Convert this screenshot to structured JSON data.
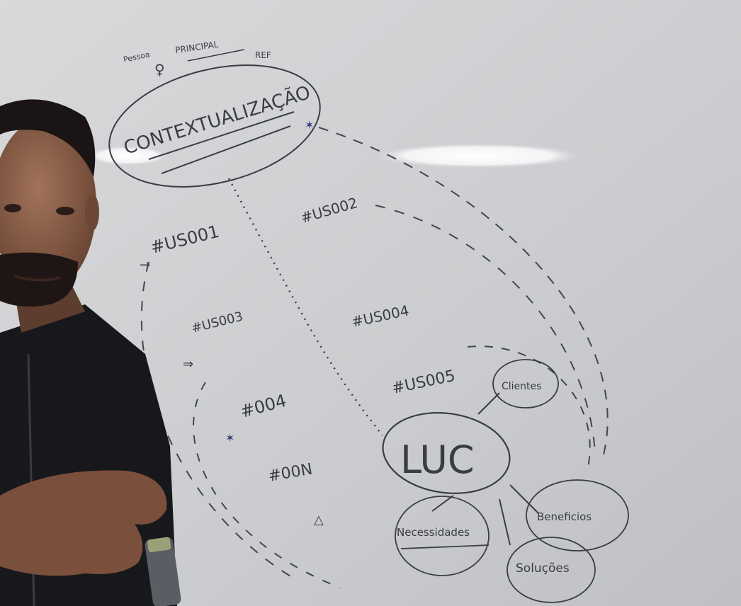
{
  "whiteboard": {
    "top_small_1": "Pessoa",
    "top_small_2": "PRINCIPAL",
    "top_small_3": "REF",
    "title": "CONTEXTUALIZAÇÃO",
    "stories": [
      "#US001",
      "#US002",
      "#US003",
      "#US004",
      "#US005",
      "#004",
      "#00N"
    ],
    "center": "LUC",
    "satellites": [
      "Clientes",
      "Necessidades",
      "Beneficios",
      "Soluções"
    ]
  }
}
